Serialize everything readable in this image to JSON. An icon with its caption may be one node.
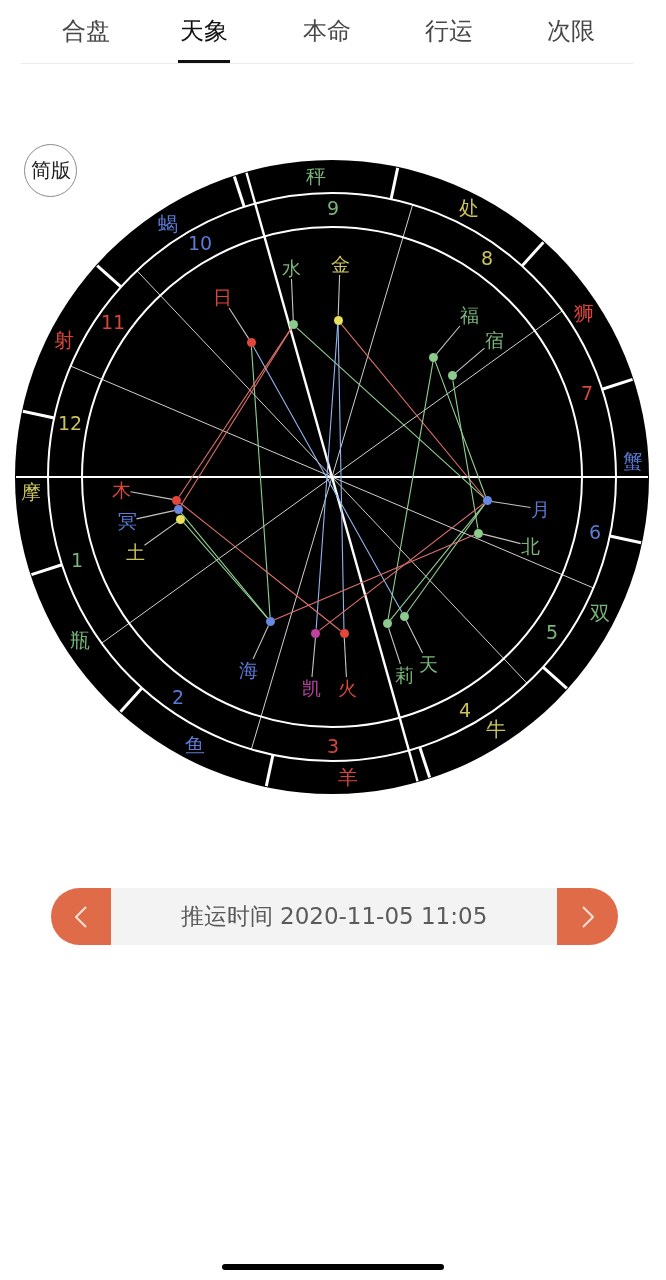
{
  "diagram": {
    "nodes": [
      {
        "text": [
          "简版"
        ]
      },
      {
        "text": [
          "金"
        ]
      },
      {
        "text": [],
        "shape": "circle"
      },
      {
        "text": [
          "水"
        ]
      },
      {
        "text": [],
        "shape": "circle"
      },
      {
        "text": [
          "日"
        ]
      },
      {
        "text": [],
        "shape": "circle"
      },
      {
        "text": [
          "福"
        ]
      },
      {
        "text": [],
        "shape": "circle"
      },
      {
        "text": [
          "宿"
        ]
      },
      {
        "text": [],
        "shape": "circle"
      },
      {
        "text": [
          "木"
        ]
      },
      {
        "text": [],
        "shape": "circle"
      },
      {
        "text": [
          "月"
        ]
      },
      {
        "text": [],
        "shape": "circle"
      },
      {
        "text": [
          "冥"
        ]
      },
      {
        "text": [],
        "shape": "circle"
      },
      {
        "text": [
          "土"
        ]
      },
      {
        "text": [],
        "shape": "circle"
      },
      {
        "text": [
          "北"
        ]
      },
      {
        "text": [],
        "shape": "circle"
      },
      {
        "text": [
          "海"
        ]
      },
      {
        "text": [],
        "shape": "circle"
      },
      {
        "text": [
          "凯"
        ]
      },
      {
        "text": [],
        "shape": "circle"
      },
      {
        "text": [
          "火"
        ]
      },
      {
        "text": [],
        "shape": "circle"
      },
      {
        "text": [
          "莉"
        ]
      },
      {
        "text": [],
        "shape": "circle"
      },
      {
        "text": [
          "天"
        ]
      },
      {
        "text": [],
        "shape": "circle"
      },
      {
        "text": [
          "推运时间 2020-11-05 11:05"
        ]
      }
    ],
    "edges": [
      {
        "from": 1,
        "to": 2,
        "arrow": "none"
      },
      {
        "from": 3,
        "to": 4,
        "arrow": "none"
      },
      {
        "from": 5,
        "to": 6,
        "arrow": "none"
      },
      {
        "from": 7,
        "to": 8,
        "arrow": "none"
      },
      {
        "from": 9,
        "to": 10,
        "arrow": "none"
      },
      {
        "from": 11,
        "to": 12,
        "arrow": "none"
      },
      {
        "from": 13,
        "to": 14,
        "arrow": "none"
      },
      {
        "from": 15,
        "to": 16,
        "arrow": "none"
      },
      {
        "from": 17,
        "to": 18,
        "arrow": "none"
      },
      {
        "from": 19,
        "to": 20,
        "arrow": "none"
      },
      {
        "from": 21,
        "to": 22,
        "arrow": "none"
      },
      {
        "from": 23,
        "to": 24,
        "arrow": "none"
      },
      {
        "from": 25,
        "to": 26,
        "arrow": "none"
      },
      {
        "from": 27,
        "to": 28,
        "arrow": "none"
      },
      {
        "from": 29,
        "to": 30,
        "arrow": "none"
      },
      {
        "from": 6,
        "to": 30,
        "arrow": "none",
        "color": "#92b4ee"
      },
      {
        "from": 6,
        "to": 22,
        "arrow": "none",
        "color": "#92d092"
      },
      {
        "from": 4,
        "to": 12,
        "arrow": "none",
        "color": "#e0716a"
      },
      {
        "from": 4,
        "to": 16,
        "arrow": "none",
        "color": "#e0716a"
      },
      {
        "from": 4,
        "to": 14,
        "arrow": "none",
        "color": "#92d092"
      },
      {
        "from": 2,
        "to": 26,
        "arrow": "none",
        "color": "#92b4ee"
      },
      {
        "from": 2,
        "to": 24,
        "arrow": "none",
        "color": "#92b4ee"
      },
      {
        "from": 2,
        "to": 14,
        "arrow": "none",
        "color": "#e0716a"
      },
      {
        "from": 8,
        "to": 28,
        "arrow": "none",
        "color": "#92d092"
      },
      {
        "from": 8,
        "to": 14,
        "arrow": "none",
        "color": "#92d092"
      },
      {
        "from": 10,
        "to": 20,
        "arrow": "none",
        "color": "#92d092"
      },
      {
        "from": 14,
        "to": 30,
        "arrow": "none",
        "color": "#92d092"
      },
      {
        "from": 14,
        "to": 28,
        "arrow": "none",
        "color": "#92d092"
      },
      {
        "from": 14,
        "to": 24,
        "arrow": "none",
        "color": "#e0716a"
      },
      {
        "from": 20,
        "to": 22,
        "arrow": "none",
        "color": "#e0716a"
      },
      {
        "from": 12,
        "to": 26,
        "arrow": "none",
        "color": "#e0716a"
      },
      {
        "from": 18,
        "to": 22,
        "arrow": "none",
        "color": "#92d092"
      },
      {
        "from": 16,
        "to": 22,
        "arrow": "none",
        "color": "#92d092"
      }
    ],
    "labels": [
      "合盘",
      "天象",
      "本命",
      "行运",
      "次限",
      "秤",
      "9",
      "处",
      "蝎",
      "10",
      "8",
      "狮",
      "11",
      "射",
      "7",
      "12",
      "蟹",
      "摩",
      "6",
      "1",
      "双",
      "5",
      "瓶",
      "2",
      "4",
      "牛",
      "鱼",
      "3",
      "羊"
    ]
  }
}
